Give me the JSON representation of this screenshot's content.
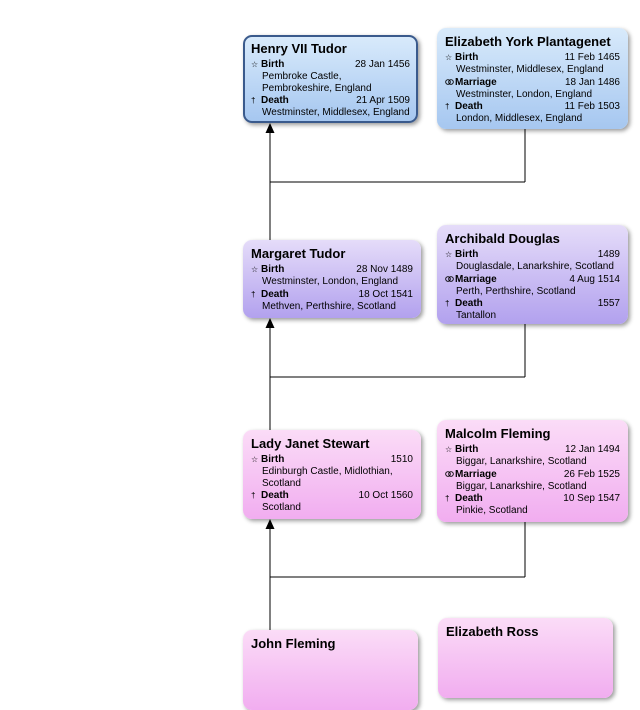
{
  "icons": {
    "birth": "☆",
    "marriage": "⚭",
    "death": "†"
  },
  "colors": {
    "blue_top": "#d8eafb",
    "blue_bottom": "#a6c7f0",
    "purple_top": "#e5dcf9",
    "purple_bottom": "#b2a1ee",
    "pink_top": "#fbdcf7",
    "pink_bottom": "#f1adf0",
    "highlight_border": "#3a5a8c",
    "connector": "#000000"
  },
  "people": {
    "henry": {
      "name": "Henry VII Tudor",
      "events": [
        {
          "label": "Birth",
          "date": "28 Jan 1456",
          "place": "Pembroke Castle, Pembrokeshire, England"
        },
        {
          "label": "Death",
          "date": "21 Apr 1509",
          "place": "Westminster, Middlesex, England"
        }
      ]
    },
    "elizabeth_york": {
      "name": "Elizabeth York Plantagenet",
      "events": [
        {
          "label": "Birth",
          "date": "11 Feb 1465",
          "place": "Westminster, Middlesex, England"
        },
        {
          "label": "Marriage",
          "date": "18 Jan 1486",
          "place": "Westminster, London, England"
        },
        {
          "label": "Death",
          "date": "11 Feb 1503",
          "place": "London, Middlesex, England"
        }
      ]
    },
    "margaret": {
      "name": "Margaret Tudor",
      "events": [
        {
          "label": "Birth",
          "date": "28 Nov 1489",
          "place": "Westminster, London, England"
        },
        {
          "label": "Death",
          "date": "18 Oct 1541",
          "place": "Methven, Perthshire, Scotland"
        }
      ]
    },
    "archibald": {
      "name": "Archibald Douglas",
      "events": [
        {
          "label": "Birth",
          "date": "1489",
          "place": "Douglasdale, Lanarkshire, Scotland"
        },
        {
          "label": "Marriage",
          "date": "4 Aug 1514",
          "place": "Perth, Perthshire, Scotland"
        },
        {
          "label": "Death",
          "date": "1557",
          "place": "Tantallon"
        }
      ]
    },
    "janet": {
      "name": "Lady Janet Stewart",
      "events": [
        {
          "label": "Birth",
          "date": "1510",
          "place": "Edinburgh Castle, Midlothian, Scotland"
        },
        {
          "label": "Death",
          "date": "10 Oct 1560",
          "place": "Scotland"
        }
      ]
    },
    "malcolm": {
      "name": "Malcolm Fleming",
      "events": [
        {
          "label": "Birth",
          "date": "12 Jan 1494",
          "place": "Biggar, Lanarkshire, Scotland"
        },
        {
          "label": "Marriage",
          "date": "26 Feb 1525",
          "place": "Biggar, Lanarkshire, Scotland"
        },
        {
          "label": "Death",
          "date": "10 Sep 1547",
          "place": "Pinkie, Scotland"
        }
      ]
    },
    "john": {
      "name": "John Fleming",
      "events": []
    },
    "elizabeth_ross": {
      "name": "Elizabeth Ross",
      "events": []
    }
  },
  "relations": [
    {
      "child": "Margaret Tudor",
      "parents": [
        "Henry VII Tudor",
        "Elizabeth York Plantagenet"
      ]
    },
    {
      "child": "Lady Janet Stewart",
      "parents": [
        "Margaret Tudor",
        "Archibald Douglas"
      ]
    },
    {
      "child": "John Fleming",
      "parents": [
        "Lady Janet Stewart",
        "Malcolm Fleming"
      ]
    }
  ]
}
